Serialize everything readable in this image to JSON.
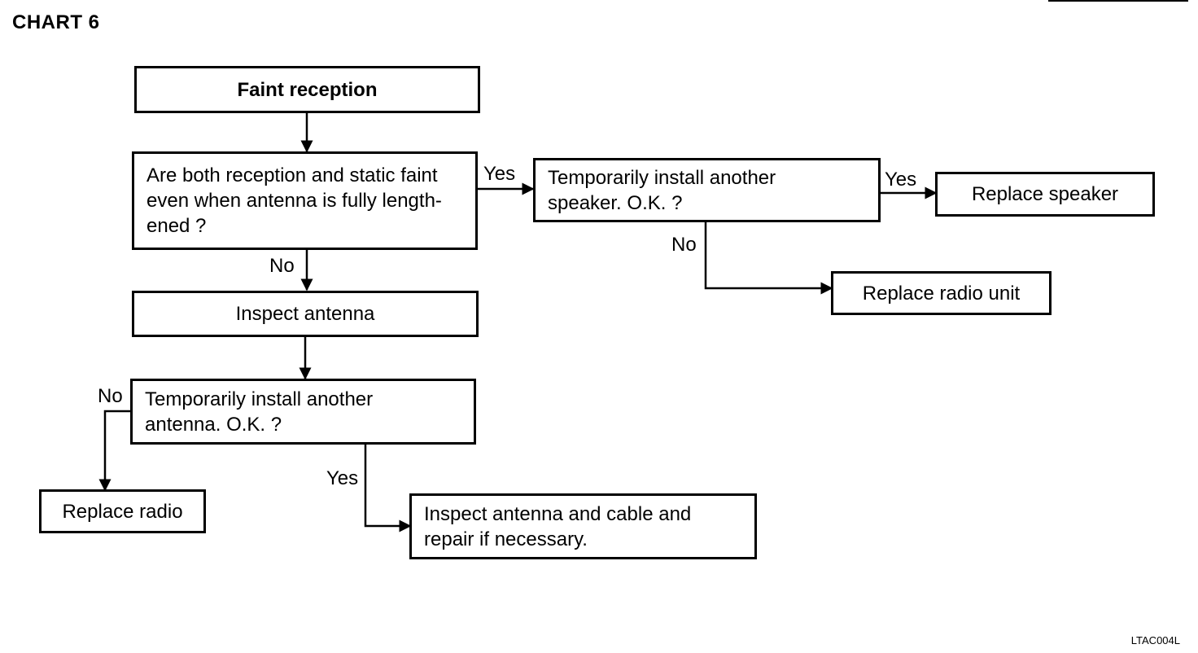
{
  "chart_title": "CHART 6",
  "figure_code": "LTAC004L",
  "nodes": {
    "start": "Faint reception",
    "q_both_faint": "Are both reception and static faint\neven when antenna is fully length-\nened ?",
    "q_speaker": "Temporarily install another\nspeaker. O.K. ?",
    "replace_speaker": "Replace speaker",
    "replace_radio_unit": "Replace radio unit",
    "inspect_antenna": "Inspect antenna",
    "q_antenna": "Temporarily install another\nantenna. O.K. ?",
    "replace_radio": "Replace radio",
    "inspect_cable": "Inspect antenna and cable and\nrepair if necessary."
  },
  "edge_labels": {
    "yes_to_speaker": "Yes",
    "yes_to_replace_speaker": "Yes",
    "no_to_replace_radio_unit": "No",
    "no_to_inspect_antenna": "No",
    "no_to_replace_radio": "No",
    "yes_to_inspect_cable": "Yes"
  }
}
